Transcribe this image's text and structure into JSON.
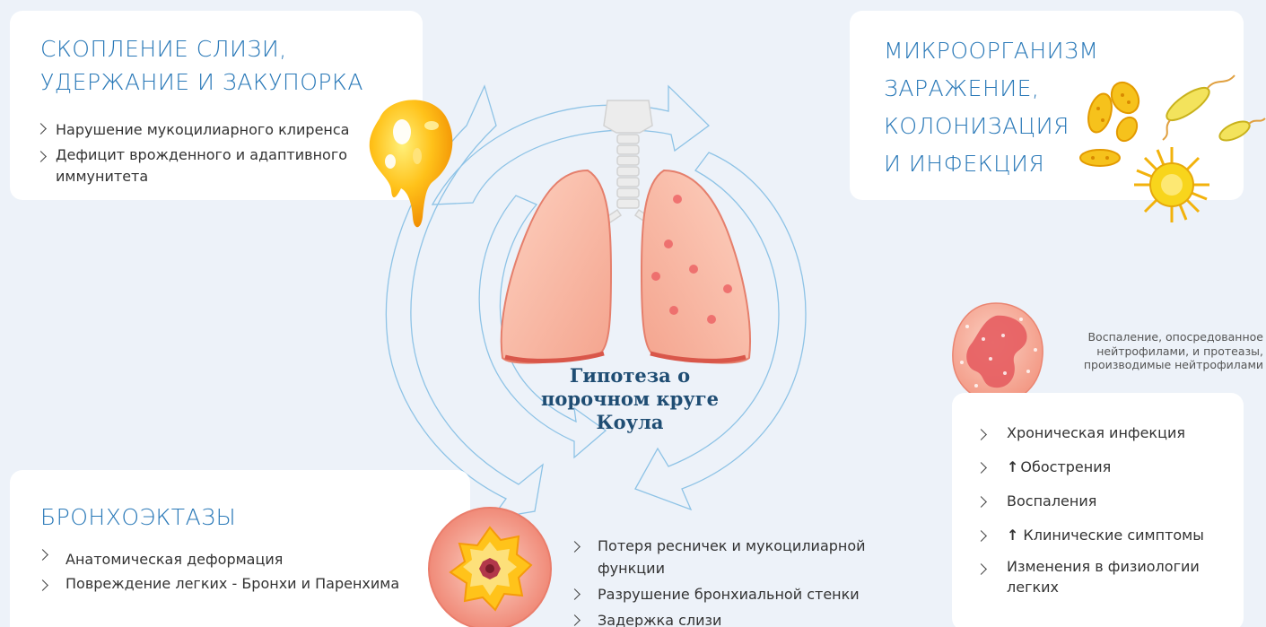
{
  "center": {
    "caption_line1": "Гипотеза о",
    "caption_line2": "порочном круге",
    "caption_line3": "Коула"
  },
  "mucus": {
    "title_line1": "СКОПЛЕНИЕ СЛИЗИ,",
    "title_line2": "УДЕРЖАНИЕ И ЗАКУПОРКА",
    "items": [
      "Нарушение мукоцилиарного клиренса",
      "Дефицит врожденного и адаптивного",
      "иммунитета"
    ]
  },
  "microbe": {
    "title_line1": "МИКРООРГАНИЗМ",
    "title_line2": "ЗАРАЖЕНИЕ,",
    "title_line3": "КОЛОНИЗАЦИЯ",
    "title_line4": "И ИНФЕКЦИЯ"
  },
  "bronchiectasis": {
    "title": "БРОНХОЭКТАЗЫ",
    "items": [
      "Анатомическая деформация",
      "Повреждение легких - Бронхи и Паренхима"
    ]
  },
  "airway": {
    "items": [
      "Потеря ресничек и мукоцилиарной",
      "функции",
      "Разрушение бронхиальной стенки",
      "Задержка слизи"
    ]
  },
  "inflammation": {
    "note_line1": "Воспаление, опосредованное",
    "note_line2": "нейтрофилами, и протеазы,",
    "note_line3": "производимые нейтрофилами",
    "items": [
      "Хроническая инфекция",
      "Обострения",
      "Воспаления",
      "Клинические симптомы",
      "Изменения в физиологии",
      "легких"
    ],
    "up_arrow": "↑"
  },
  "colors": {
    "background": "#edf2f9",
    "card": "#ffffff",
    "title_blue": "#2a79b8",
    "caption_navy": "#1f4d73",
    "cycle_arrow": "#8ec3e6",
    "lung_pink": "#f6a99a"
  }
}
